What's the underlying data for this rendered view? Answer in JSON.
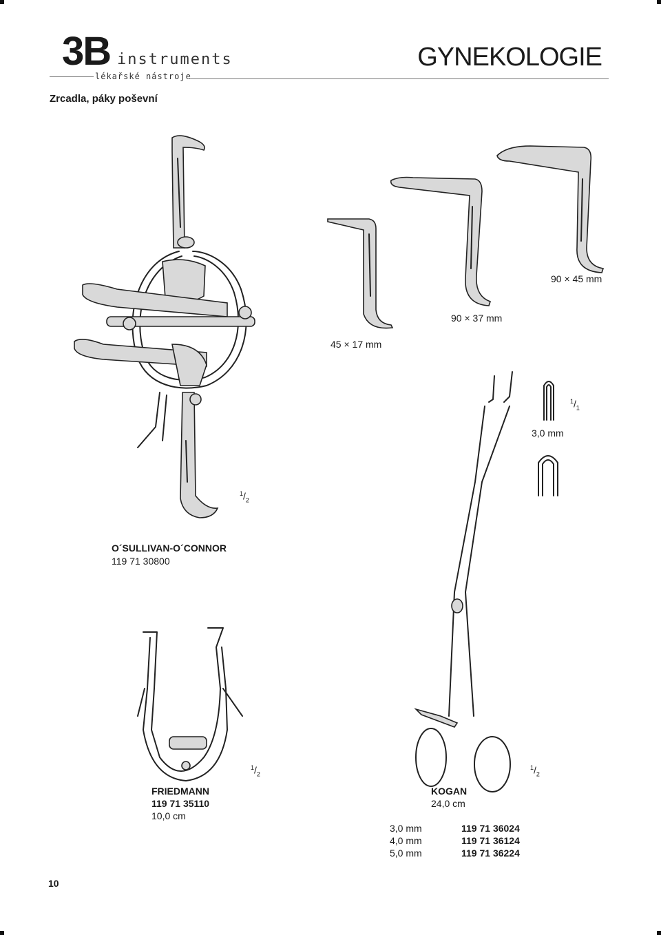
{
  "header": {
    "brand": "3B",
    "brand_word": "instruments",
    "brand_tagline": "lékařské nástroje",
    "page_title": "GYNEKOLOGIE"
  },
  "section_title": "Zrcadla, páky poševní",
  "retractors": {
    "sizes": [
      "45 × 17 mm",
      "90 × 37 mm",
      "90 × 45 mm"
    ]
  },
  "osullivan": {
    "name": "O´SULLIVAN-O´CONNOR",
    "code": "119 71 30800",
    "scale_num": "1",
    "scale_den": "2"
  },
  "tip_detail": {
    "size": "3,0 mm",
    "scale_num": "1",
    "scale_den": "1"
  },
  "friedmann": {
    "name": "FRIEDMANN",
    "code": "119 71 35110",
    "length": "10,0 cm",
    "scale_num": "1",
    "scale_den": "2"
  },
  "kogan": {
    "name": "KOGAN",
    "length": "24,0 cm",
    "scale_num": "1",
    "scale_den": "2",
    "variants": [
      {
        "size": "3,0 mm",
        "code": "119 71 36024"
      },
      {
        "size": "4,0 mm",
        "code": "119 71 36124"
      },
      {
        "size": "5,0 mm",
        "code": "119 71 36224"
      }
    ]
  },
  "footer": {
    "page_number": "10"
  }
}
